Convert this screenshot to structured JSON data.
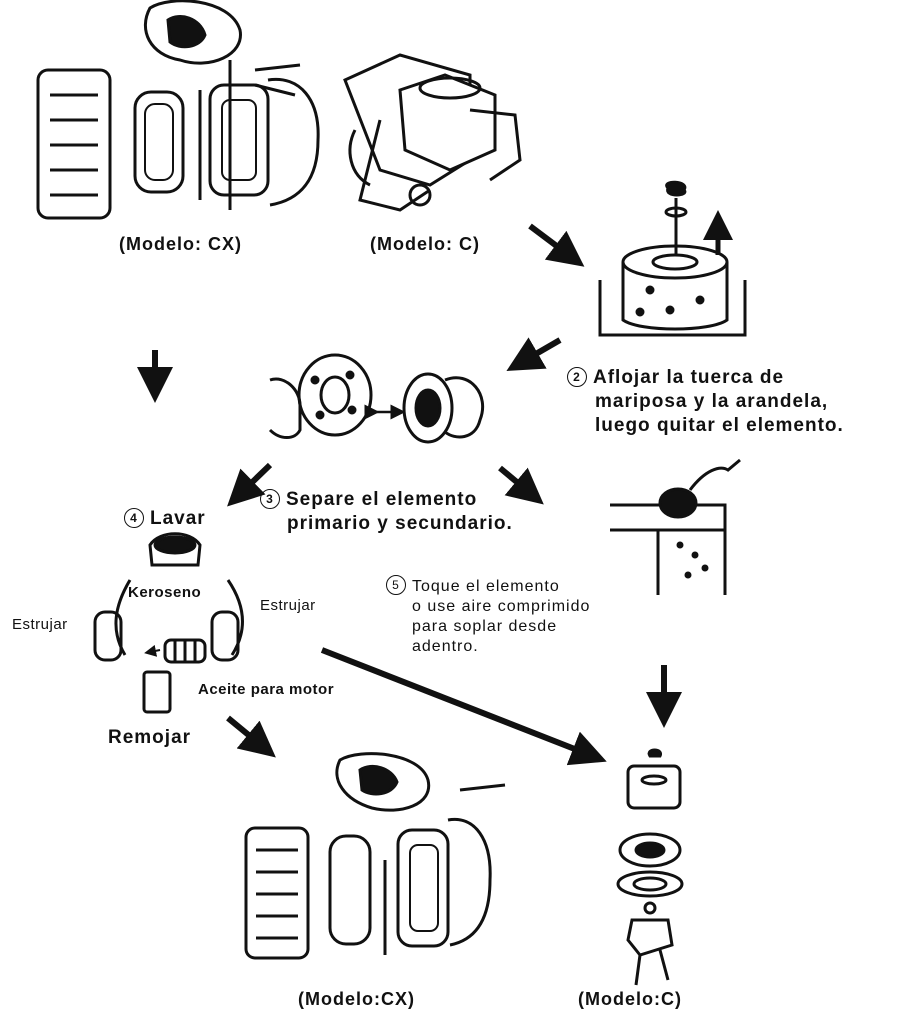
{
  "captions": {
    "top_left": "(Modelo: CX)",
    "top_right": "(Modelo: C)",
    "bottom_left": "(Modelo:CX)",
    "bottom_right": "(Modelo:C)"
  },
  "steps": {
    "step2": {
      "num": "2",
      "line1": "Aflojar la tuerca de",
      "line2": "mariposa y la arandela,",
      "line3": "luego quitar el elemento."
    },
    "step3": {
      "num": "3",
      "line1": "Separe el elemento",
      "line2": "primario y secundario."
    },
    "step4": {
      "num": "4",
      "title": "Lavar"
    },
    "step5": {
      "num": "5",
      "line1": "Toque el elemento",
      "line2": "o use aire comprimido",
      "line3": "para soplar desde",
      "line4": "adentro."
    }
  },
  "wash_cycle": {
    "kerosene": "Keroseno",
    "squeeze_left": "Estrujar",
    "squeeze_right": "Estrujar",
    "engine_oil": "Aceite para motor",
    "soak": "Remojar"
  }
}
